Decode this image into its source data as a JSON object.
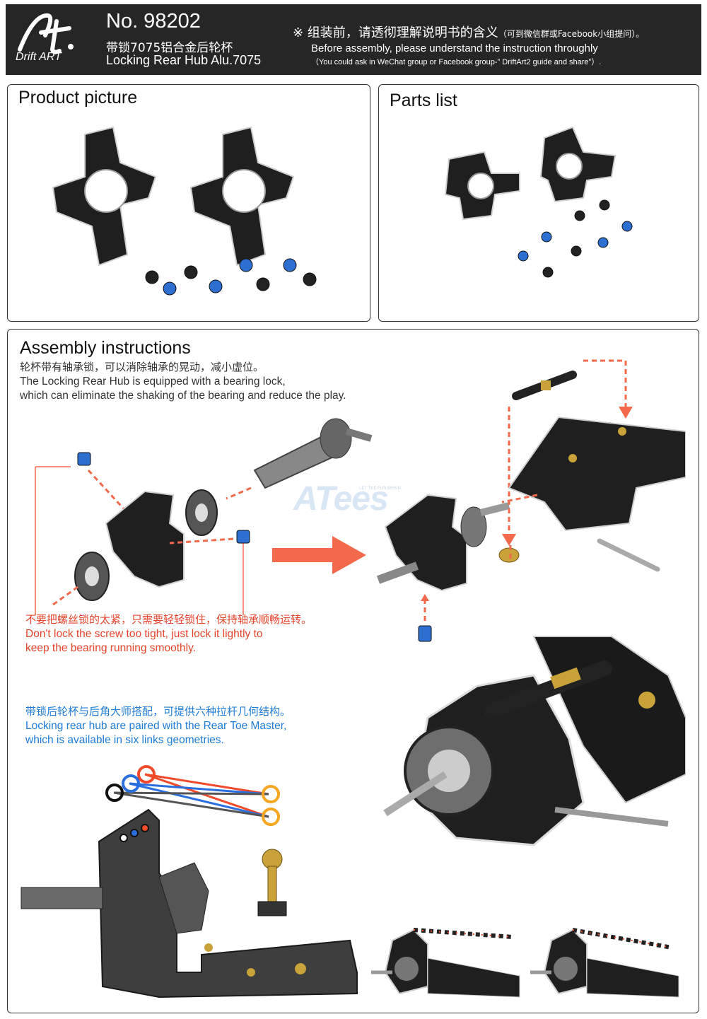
{
  "header": {
    "logo_text": "Drift ART",
    "model_no": "No. 98202",
    "name_cn": "带锁7075铝合金后轮杯",
    "name_en": "Locking Rear Hub  Alu.7075",
    "note_cn": "※ 组装前，请透彻理解说明书的含义",
    "note_cn_small": "（可到微信群或Facebook小组提问）。",
    "note_en": "Before assembly, please understand the instruction throughly",
    "note_en_small": "（You could ask in WeChat group or Facebook group-” DriftArt2 guide and share”）."
  },
  "product": {
    "title": "Product picture"
  },
  "parts": {
    "title": "Parts list"
  },
  "assembly": {
    "title": "Assembly instructions",
    "desc_cn": "轮杯带有轴承锁，可以消除轴承的晃动，减小虚位。",
    "desc_en1": "The Locking Rear Hub is equipped with a bearing lock,",
    "desc_en2": "which can eliminate the shaking of the bearing and reduce the play.",
    "warn_cn": "不要把螺丝锁的太紧，只需要轻轻锁住，保持轴承顺畅运转。",
    "warn_en1": "Don't lock the screw too tight, just lock it lightly to",
    "warn_en2": "keep the bearing running smoothly.",
    "pair_cn": "带锁后轮杯与后角大师搭配，可提供六种拉杆几何结构。",
    "pair_en1": "Locking rear hub are paired with the Rear Toe Master,",
    "pair_en2": "which is available in six links geometries.",
    "watermark": "ATees",
    "watermark_tag": "LET THE FUN BEGIN"
  },
  "colors": {
    "header_bg": "#262626",
    "accent_red": "#e6432a",
    "accent_blue": "#1e7bd6",
    "arrow": "#f26a4b",
    "anodized_black": "#1f1f1f",
    "screw_blue": "#2c6fd1",
    "brass": "#c9a23a",
    "link_red": "#f04a2a",
    "link_blue": "#2a6fe0",
    "link_black": "#111111",
    "link_orange": "#f5a623"
  }
}
